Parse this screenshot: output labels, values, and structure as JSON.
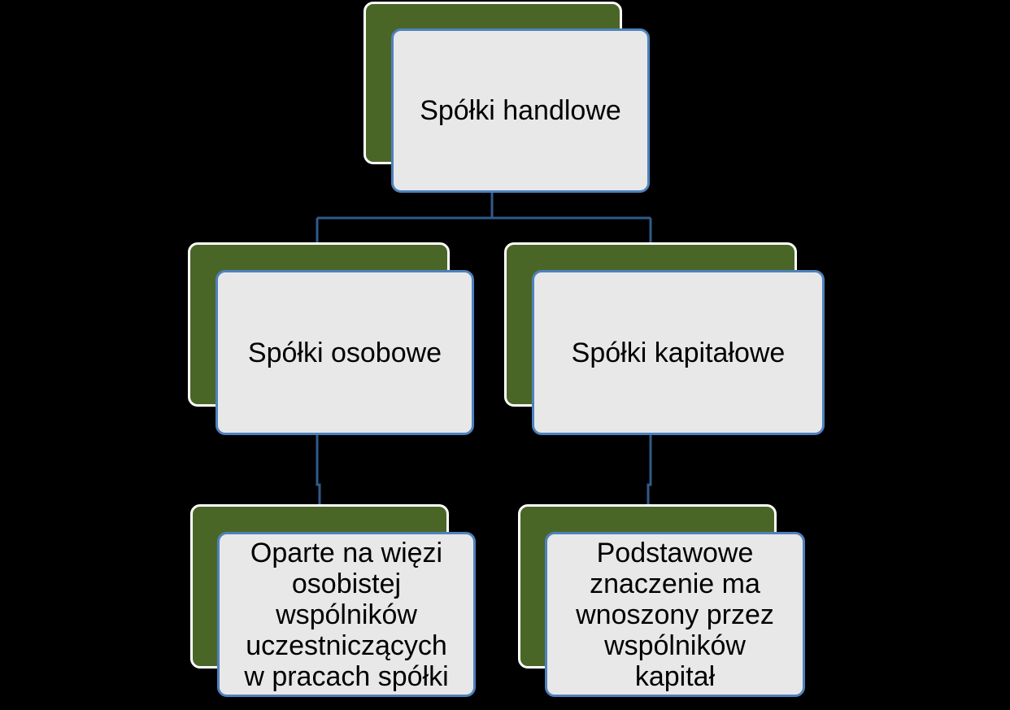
{
  "colors": {
    "background": "#000000",
    "back_panel": "#4a6627",
    "back_border": "#ffffff",
    "front_panel": "#e8e8e8",
    "front_border": "#4f81bd",
    "connector": "#2f5b8a",
    "text": "#000000"
  },
  "nodes": {
    "root": {
      "label": "Spółki handlowe"
    },
    "left": {
      "label": "Spółki osobowe"
    },
    "right": {
      "label": "Spółki kapitałowe"
    },
    "left_child": {
      "label": "Oparte na więzi osobistej wspólników uczestniczących w pracach spółki"
    },
    "right_child": {
      "label": "Podstawowe znaczenie ma wnoszony przez wspólników kapitał"
    }
  }
}
